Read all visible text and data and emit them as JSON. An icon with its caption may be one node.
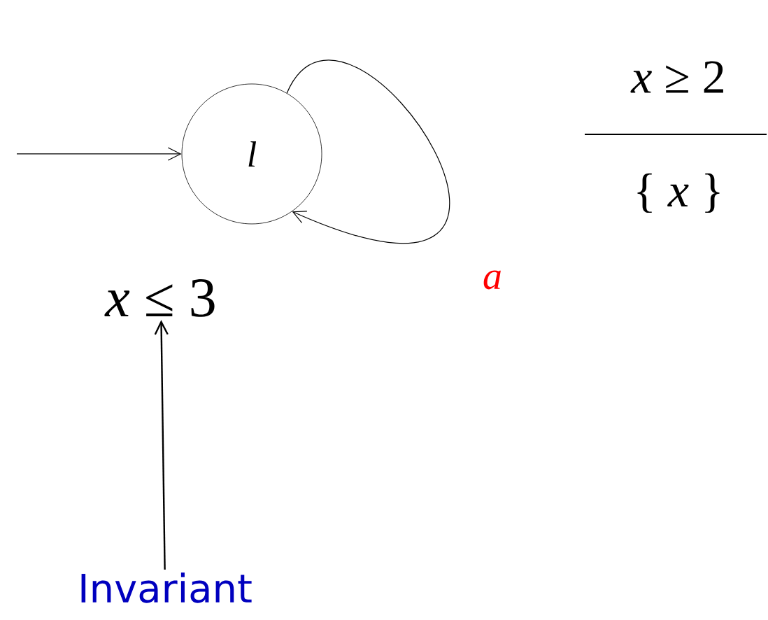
{
  "diagram": {
    "nodes": [
      {
        "text": [
          "l"
        ]
      },
      {
        "text": [
          "*x* ≤ 3"
        ]
      },
      {
        "text": [
          "Invariant"
        ]
      }
    ],
    "edges": [
      {
        "from": null,
        "to": 0,
        "arrow": "to"
      },
      {
        "from": 0,
        "to": 0,
        "arrow": "to",
        "label": "a"
      },
      {
        "from": 2,
        "to": 1,
        "arrow": "to"
      }
    ],
    "labels": [
      "*x* ≥ 2",
      "{ *x* }"
    ]
  }
}
